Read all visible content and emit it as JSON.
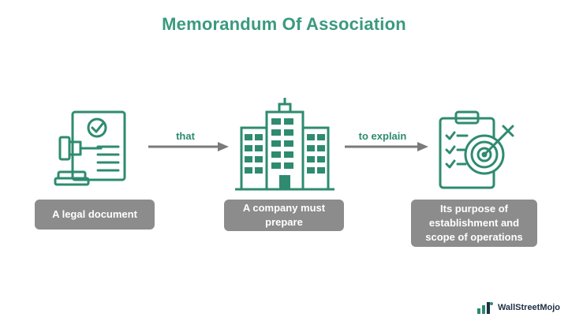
{
  "title": "Memorandum Of Association",
  "steps": [
    {
      "label": "A legal document",
      "icon": "gavel-document-icon"
    },
    {
      "label": "A company must prepare",
      "icon": "office-building-icon"
    },
    {
      "label": "Its purpose of establishment and scope of operations",
      "icon": "clipboard-target-icon"
    }
  ],
  "connectors": [
    {
      "label": "that"
    },
    {
      "label": "to explain"
    }
  ],
  "brand": {
    "name": "WallStreetMojo",
    "icon": "wallstreetmojo-logo-icon"
  },
  "colors": {
    "accent": "#2e8b6f",
    "box": "#8c8c8c",
    "arrow": "#7a7a7a"
  }
}
